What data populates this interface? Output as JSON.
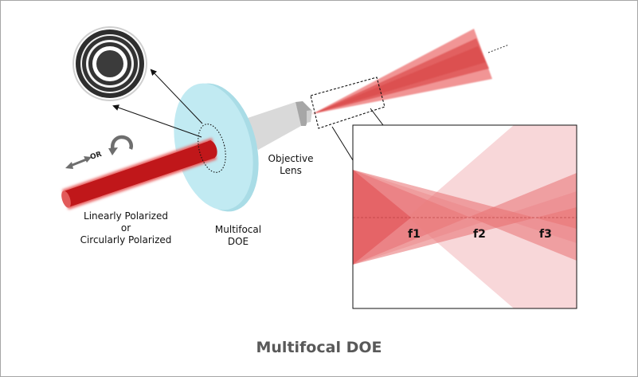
{
  "title": "Multifocal DOE",
  "labels": {
    "polarization_line1": "Linearly Polarized",
    "polarization_line2": "or",
    "polarization_line3": "Circularly Polarized",
    "doe_line1": "Multifocal",
    "doe_line2": "DOE",
    "lens_line1": "Objective",
    "lens_line2": "Lens",
    "or_text": "OR"
  },
  "focal_points": [
    "f1",
    "f2",
    "f3"
  ],
  "colors": {
    "beam_red": "#c0171a",
    "doe_blue": "#c1eaf2",
    "lens_gray": "#d9d9d9",
    "focus_red": "#e05858",
    "caption_gray": "#595959",
    "frame_gray": "#a6a6a6"
  }
}
